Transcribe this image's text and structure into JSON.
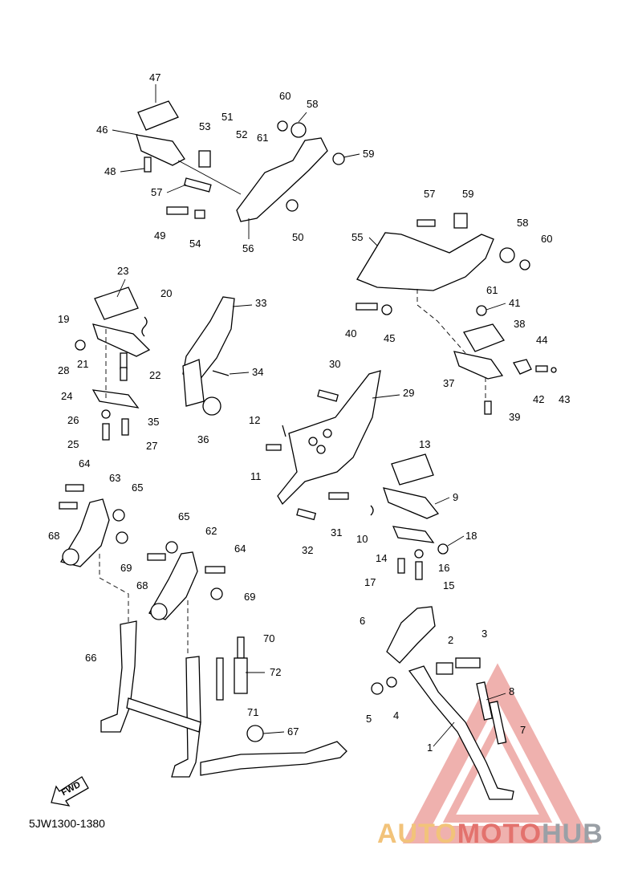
{
  "diagram": {
    "caption": "5JW1300-1380",
    "fwd_label": "FWD",
    "watermark": {
      "part1": "AUTO",
      "part2": "MOTO",
      "part3": "HUB"
    },
    "colors": {
      "watermark_red": "#e3726d",
      "watermark_orange": "#f2c37a",
      "watermark_gray": "#9aa0a6"
    },
    "callouts": [
      "47",
      "46",
      "48",
      "53",
      "51",
      "52",
      "60",
      "58",
      "61",
      "59",
      "57",
      "49",
      "54",
      "56",
      "50",
      "57",
      "59",
      "55",
      "58",
      "60",
      "61",
      "41",
      "40",
      "45",
      "23",
      "20",
      "19",
      "33",
      "28",
      "21",
      "22",
      "34",
      "24",
      "35",
      "26",
      "25",
      "27",
      "36",
      "38",
      "44",
      "37",
      "42",
      "43",
      "39",
      "30",
      "29",
      "12",
      "11",
      "13",
      "9",
      "10",
      "31",
      "32",
      "18",
      "14",
      "16",
      "17",
      "15",
      "64",
      "63",
      "65",
      "68",
      "69",
      "65",
      "62",
      "64",
      "68",
      "69",
      "6",
      "2",
      "3",
      "70",
      "72",
      "66",
      "71",
      "5",
      "4",
      "8",
      "7",
      "67",
      "1"
    ]
  }
}
